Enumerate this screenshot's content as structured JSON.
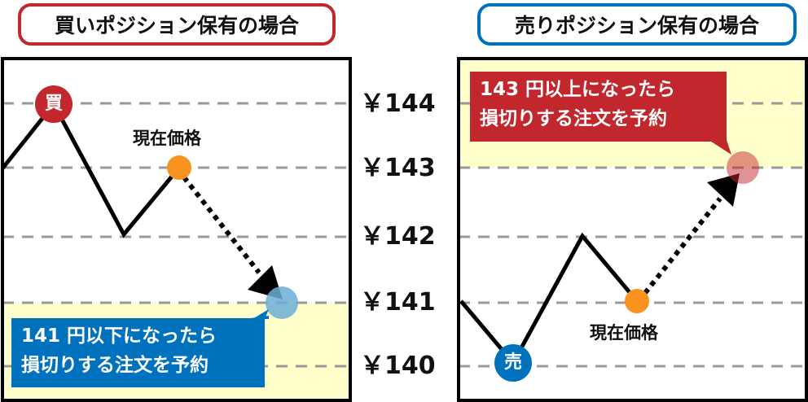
{
  "left_panel": {
    "title": "買いポジション保有の場合",
    "entry_badge": "買",
    "current_label": "現在価格",
    "callout_line1": "141 円以下になったら",
    "callout_line2": "損切りする注文を予約"
  },
  "right_panel": {
    "title": "売りポジション保有の場合",
    "entry_badge": "売",
    "current_label": "現在価格",
    "callout_line1": "143 円以上になったら",
    "callout_line2": "損切りする注文を予約"
  },
  "price_levels": [
    "￥144",
    "￥143",
    "￥142",
    "￥141",
    "￥140"
  ],
  "colors": {
    "buy_red": "#c1272d",
    "sell_blue": "#0071bc",
    "current_orange": "#f7931e",
    "zone_yellow": "#ffffcc",
    "grid_gray": "#999999"
  }
}
